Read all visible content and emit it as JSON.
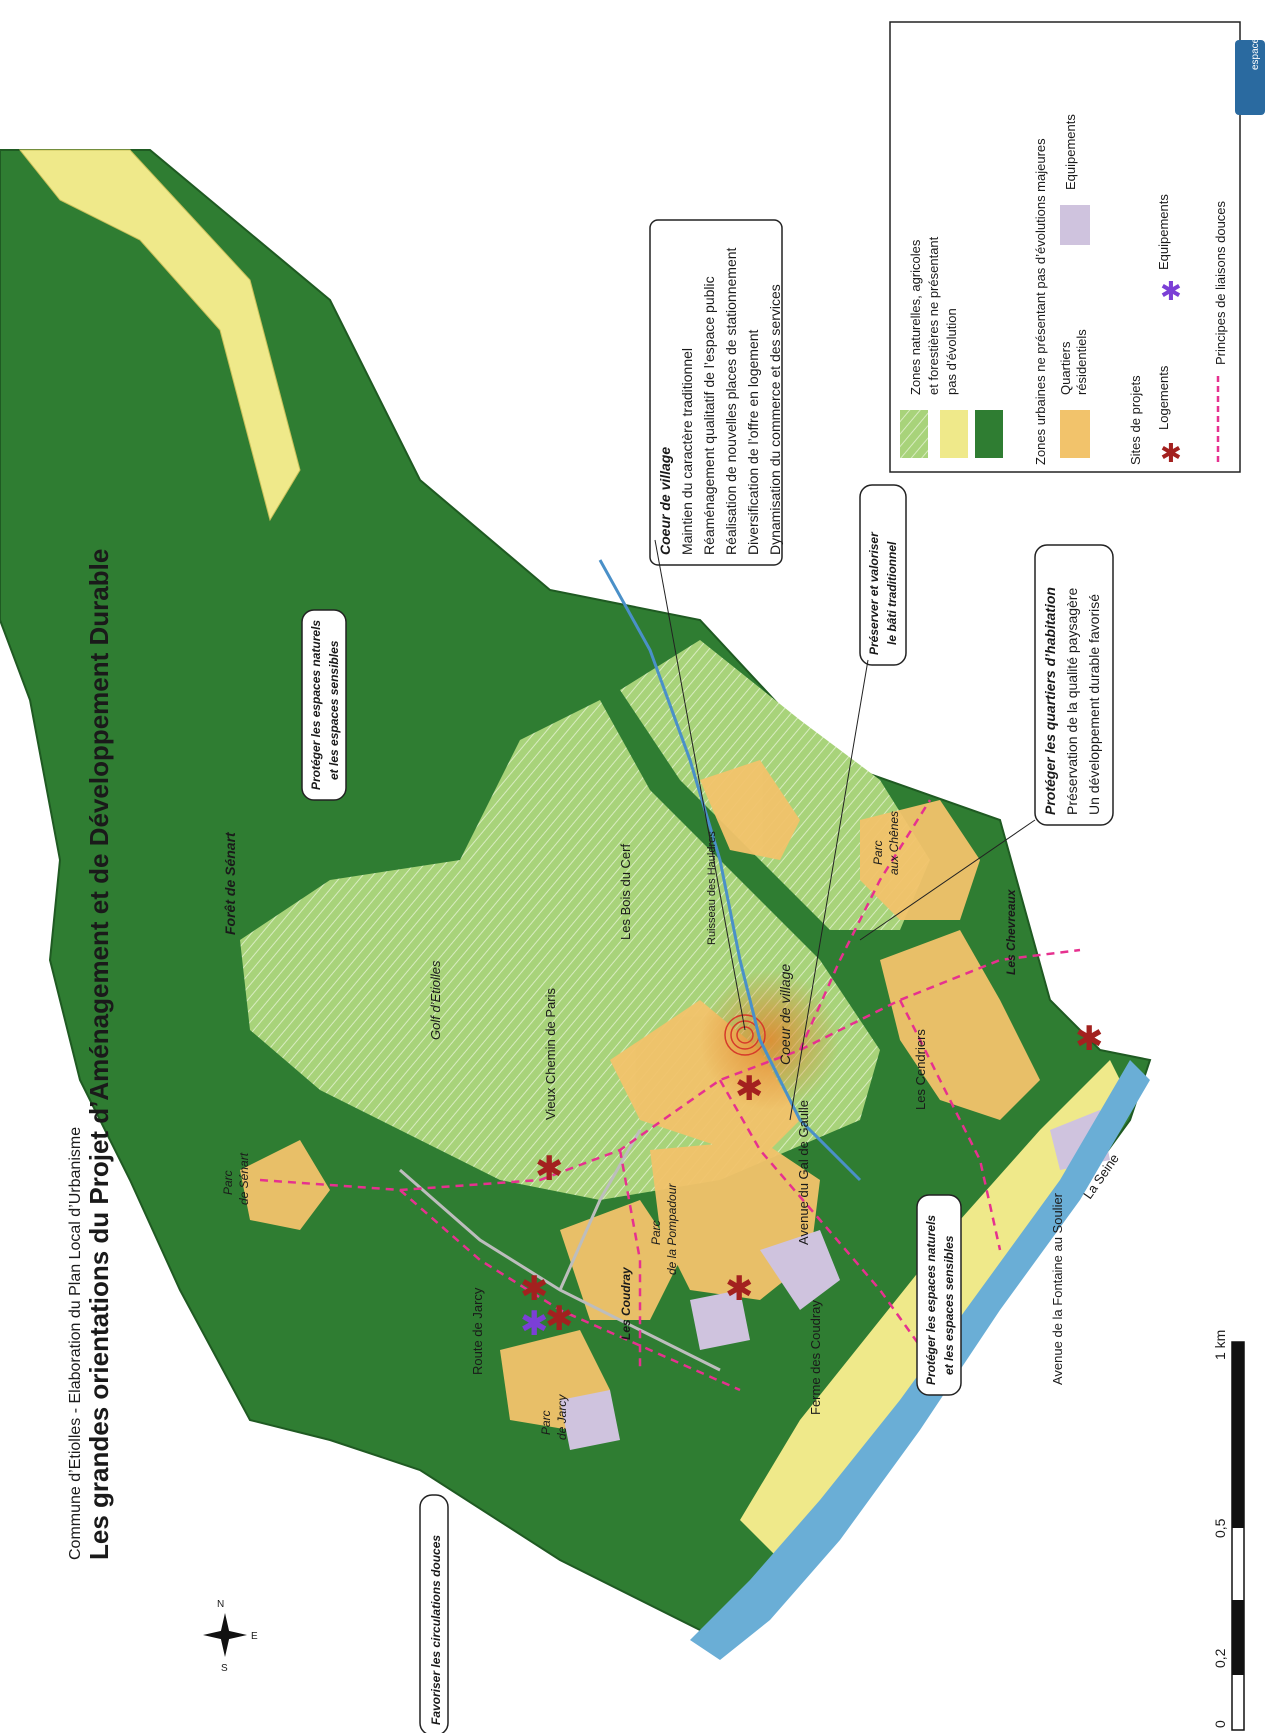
{
  "title": {
    "subtitle": "Commune d’Etiolles - Elaboration du Plan Local d’Urbanisme",
    "main": "Les grandes orientations du Projet d’Aménagement et de Développement Durable"
  },
  "place_labels": {
    "foret_senart": "Forêt de Sénart",
    "golf": "Golf d’Etiolles",
    "bois_cerf": "Les Bois du Cerf",
    "ruisseau": "Ruisseau des Hauldres",
    "vieux_chemin": "Vieux Chemin de Paris",
    "parc_senart_1": "Parc",
    "parc_senart_2": "de Sénart",
    "parc_pompadour_1": "Parc",
    "parc_pompadour_2": "de la Pompadour",
    "coudray": "Les Coudray",
    "route_jarcy": "Route de Jarcy",
    "parc_jarcy_1": "Parc",
    "parc_jarcy_2": "de Jarcy",
    "ferme_coudray": "Ferme des Coudray",
    "avenue_gaulle": "Avenue du Gal de Gaulle",
    "coeur_village_map": "Coeur de village",
    "cendriers": "Les Cendriers",
    "chevreaux": "Les Chevreaux",
    "parc_chenes_1": "Parc",
    "parc_chenes_2": "aux Chênes",
    "avenue_fontaine": "Avenue de la Fontaine au Soulier",
    "seine": "La Seine"
  },
  "callouts": {
    "proteger_naturels_top": [
      "Protéger les espaces naturels",
      "et les espaces sensibles"
    ],
    "favoriser": "Favoriser les circulations douces",
    "proteger_naturels_bottom": [
      "Protéger les espaces naturels",
      "et les espaces sensibles"
    ],
    "preserver": [
      "Préserver et valoriser",
      "le bâti traditionnel"
    ],
    "quartiers": {
      "title": "Protéger les quartiers d’habitation",
      "lines": [
        "Préservation de la qualité paysagère",
        "Un développement durable favorisé"
      ]
    },
    "coeur": {
      "title": "Coeur de village",
      "lines": [
        "Maintien du caractère traditionnel",
        "Réaménagement qualitatif de l’espace public",
        "Réalisation de nouvelles places de stationnement",
        "Diversification de l’offre en logement",
        "Dynamisation du commerce et des services"
      ]
    }
  },
  "legend": {
    "naturelles": [
      "Zones  naturelles,  agricoles",
      "et forestières ne présentant",
      "pas d’évolution"
    ],
    "urbaines_title": "Zones urbaines ne présentant pas d’évolutions majeures",
    "quartiers": [
      "Quartiers",
      "résidentiels"
    ],
    "equipements_zone": "Equipements",
    "sites_title": "Sites de projets",
    "logements": "Logements",
    "equipements_site": "Equipements",
    "liaisons": "Principes de liaisons douces",
    "logo": "espace"
  },
  "compass": {
    "n": "N",
    "e": "E",
    "s": "S"
  },
  "scale": {
    "ticks": [
      "0",
      "0,2",
      "0,5",
      "1 km"
    ]
  },
  "colors": {
    "forest": "#2f7d32",
    "light_green": "#a8d37a",
    "agri_yellow": "#efe98a",
    "residential": "#f2c36b",
    "equipment": "#cfc3de",
    "river": "#6aaed6",
    "path": "#e6318f",
    "logement_star": "#a3211f",
    "equipement_star": "#7b3fd6"
  }
}
